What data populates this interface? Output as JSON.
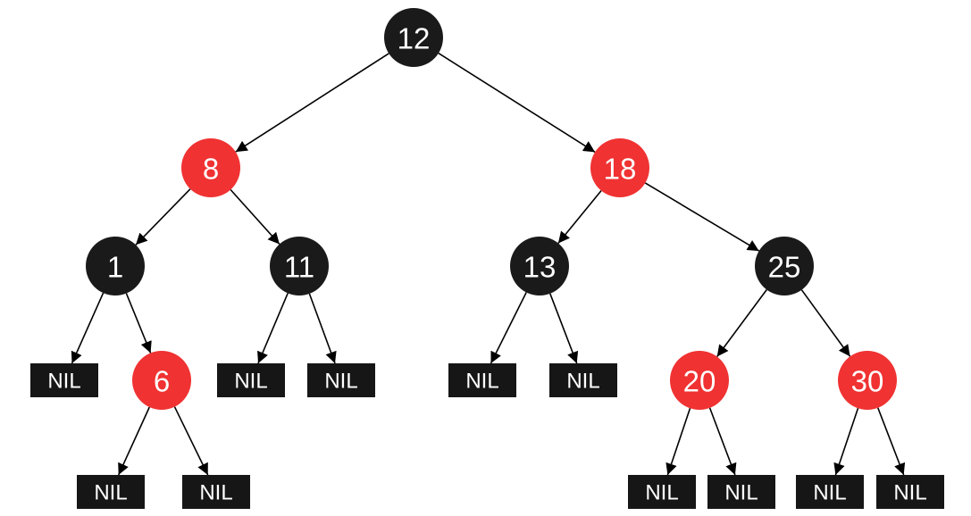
{
  "colors": {
    "black": "#1a1a1a",
    "red": "#f03232",
    "nil": "#161616",
    "edge": "#000000",
    "text": "#ffffff"
  },
  "nodes": [
    {
      "id": "n12",
      "label": "12",
      "color": "black"
    },
    {
      "id": "n8",
      "label": "8",
      "color": "red"
    },
    {
      "id": "n18",
      "label": "18",
      "color": "red"
    },
    {
      "id": "n1",
      "label": "1",
      "color": "black"
    },
    {
      "id": "n11",
      "label": "11",
      "color": "black"
    },
    {
      "id": "n13",
      "label": "13",
      "color": "black"
    },
    {
      "id": "n25",
      "label": "25",
      "color": "black"
    },
    {
      "id": "n6",
      "label": "6",
      "color": "red"
    },
    {
      "id": "n20",
      "label": "20",
      "color": "red"
    },
    {
      "id": "n30",
      "label": "30",
      "color": "red"
    }
  ],
  "nil_leaves": [
    {
      "id": "nil-1-left",
      "label": "NIL"
    },
    {
      "id": "nil-6-left",
      "label": "NIL"
    },
    {
      "id": "nil-6-right",
      "label": "NIL"
    },
    {
      "id": "nil-11-left",
      "label": "NIL"
    },
    {
      "id": "nil-11-right",
      "label": "NIL"
    },
    {
      "id": "nil-13-left",
      "label": "NIL"
    },
    {
      "id": "nil-13-right",
      "label": "NIL"
    },
    {
      "id": "nil-20-left",
      "label": "NIL"
    },
    {
      "id": "nil-20-right",
      "label": "NIL"
    },
    {
      "id": "nil-30-left",
      "label": "NIL"
    },
    {
      "id": "nil-30-right",
      "label": "NIL"
    }
  ],
  "edges": [
    [
      "n12",
      "n8"
    ],
    [
      "n12",
      "n18"
    ],
    [
      "n8",
      "n1"
    ],
    [
      "n8",
      "n11"
    ],
    [
      "n18",
      "n13"
    ],
    [
      "n18",
      "n25"
    ],
    [
      "n1",
      "nil-1-left"
    ],
    [
      "n1",
      "n6"
    ],
    [
      "n6",
      "nil-6-left"
    ],
    [
      "n6",
      "nil-6-right"
    ],
    [
      "n11",
      "nil-11-left"
    ],
    [
      "n11",
      "nil-11-right"
    ],
    [
      "n13",
      "nil-13-left"
    ],
    [
      "n13",
      "nil-13-right"
    ],
    [
      "n25",
      "n20"
    ],
    [
      "n25",
      "n30"
    ],
    [
      "n20",
      "nil-20-left"
    ],
    [
      "n20",
      "nil-20-right"
    ],
    [
      "n30",
      "nil-30-left"
    ],
    [
      "n30",
      "nil-30-right"
    ]
  ]
}
